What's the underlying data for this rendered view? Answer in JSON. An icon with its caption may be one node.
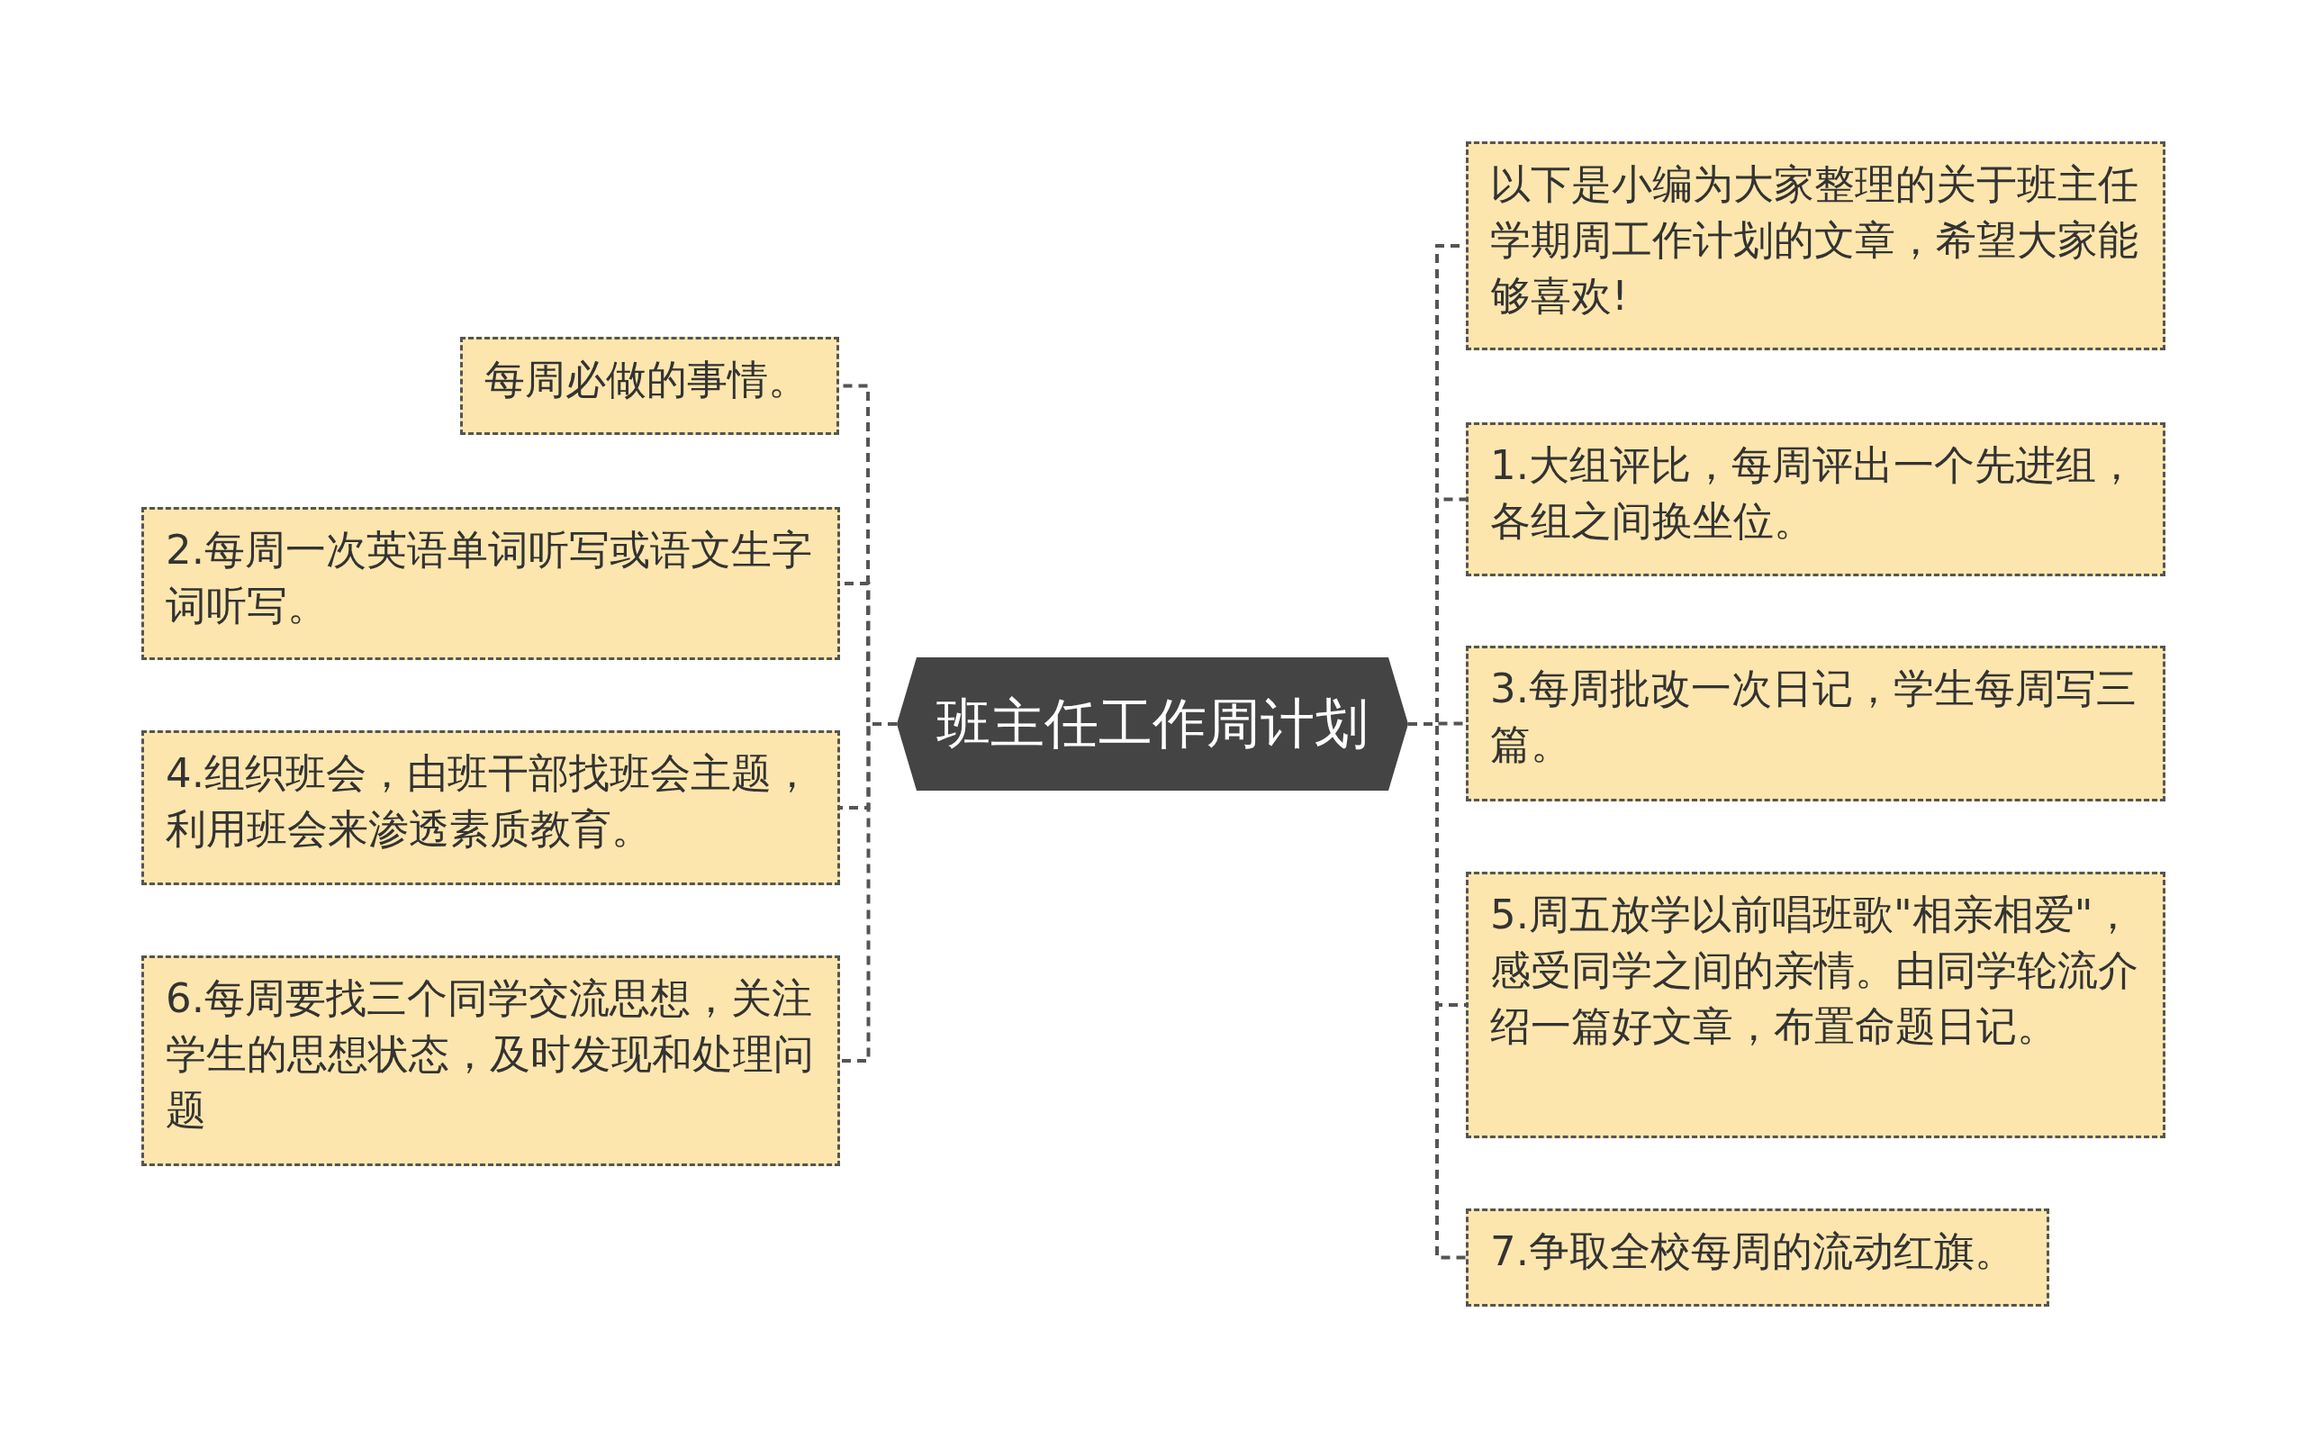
{
  "diagram": {
    "nodes": [
      {
        "text": [
          "班主任工作周计划"
        ]
      },
      {
        "text": [
          "每周必做的事情。"
        ]
      },
      {
        "text": [
          "2.每周一次英语单词听写或语文生字词听写。"
        ]
      },
      {
        "text": [
          "4.组织班会，由班干部找班会主题，利用班会来渗透素质教育。"
        ]
      },
      {
        "text": [
          "6.每周要找三个同学交流思想，关注学生的思想状态，及时发现和处理问题"
        ]
      },
      {
        "text": [
          "以下是小编为大家整理的关于班主任学期周工作计划的文章，希望大家能够喜欢!"
        ]
      },
      {
        "text": [
          "1.大组评比，每周评出一个先进组，各组之间换坐位。"
        ]
      },
      {
        "text": [
          "3.每周批改一次日记，学生每周写三篇。"
        ]
      },
      {
        "text": [
          "5.周五放学以前唱班歌\"相亲相爱\"，感受同学之间的亲情。由同学轮流介绍一篇好文章，布置命题日记。"
        ]
      },
      {
        "text": [
          "7.争取全校每周的流动红旗。"
        ]
      }
    ],
    "edges": [
      {
        "from": 0,
        "to": 1,
        "arrow": "none",
        "style": "dashed"
      },
      {
        "from": 0,
        "to": 2,
        "arrow": "none",
        "style": "dashed"
      },
      {
        "from": 0,
        "to": 3,
        "arrow": "none",
        "style": "dashed"
      },
      {
        "from": 0,
        "to": 4,
        "arrow": "none",
        "style": "dashed"
      },
      {
        "from": 0,
        "to": 5,
        "arrow": "none",
        "style": "dashed"
      },
      {
        "from": 0,
        "to": 6,
        "arrow": "none",
        "style": "dashed"
      },
      {
        "from": 0,
        "to": 7,
        "arrow": "none",
        "style": "dashed"
      },
      {
        "from": 0,
        "to": 8,
        "arrow": "none",
        "style": "dashed"
      },
      {
        "from": 0,
        "to": 9,
        "arrow": "none",
        "style": "dashed"
      }
    ]
  }
}
